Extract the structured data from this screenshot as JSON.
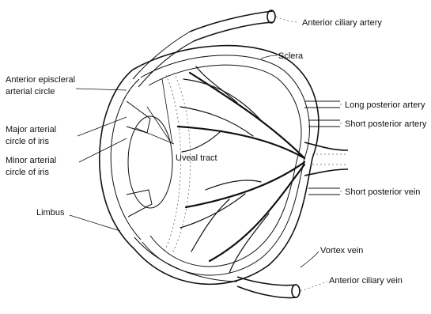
{
  "labels": {
    "anterior_ciliary_artery": "Anterior ciliary artery",
    "sclera": "Sclera",
    "anterior_episcleral_line1": "Anterior episcleral",
    "anterior_episcleral_line2": "arterial circle",
    "major_arterial_line1": "Major arterial",
    "major_arterial_line2": "circle of iris",
    "minor_arterial_line1": "Minor arterial",
    "minor_arterial_line2": "circle of iris",
    "uveal_tract": "Uveal tract",
    "long_posterior_artery": "Long posterior artery",
    "short_posterior_artery": "Short posterior artery",
    "short_posterior_vein": "Short posterior vein",
    "limbus": "Limbus",
    "vortex_vein": "Vortex vein",
    "anterior_ciliary_vein": "Anterior ciliary vein"
  }
}
